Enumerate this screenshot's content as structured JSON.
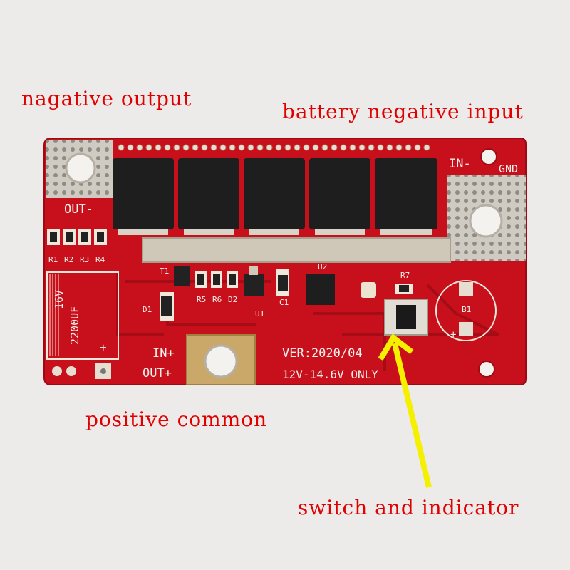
{
  "annotations": {
    "negative_output": "nagative output",
    "battery_negative_input": "battery negative input",
    "positive_common": "positive common",
    "switch_indicator": "switch and indicator"
  },
  "silkscreen": {
    "out_minus": "OUT-",
    "in_minus": "IN-",
    "gnd": "GND",
    "in_plus": "IN+",
    "out_plus": "OUT+",
    "version": "VER:2020/04",
    "voltage": "12V-14.6V ONLY",
    "cap_voltage": "16V",
    "cap_value": "2200UF",
    "plus": "+",
    "r1": "R1",
    "r2": "R2",
    "r3": "R3",
    "r4": "R4",
    "r5": "R5",
    "r6": "R6",
    "r7": "R7",
    "t1": "T1",
    "d1": "D1",
    "d2": "D2",
    "u1": "U1",
    "u2": "U2",
    "c1": "C1",
    "b1": "B1"
  },
  "colors": {
    "background": "#ecebe9",
    "pcb": "#c8101c",
    "annotation_text": "#e00000",
    "arrow": "#f4f000",
    "mosfet": "#1e1e1e",
    "pad": "#d8cfc0"
  }
}
